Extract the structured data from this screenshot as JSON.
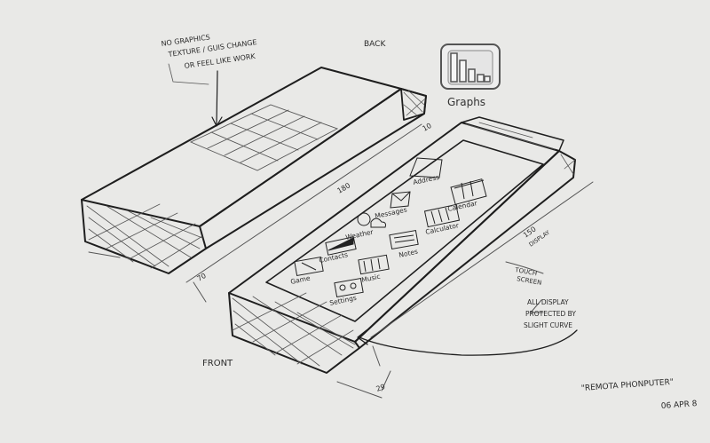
{
  "annotations": {
    "no_graphics_1": "NO GRAPHICS",
    "no_graphics_2": "TEXTURE / GUIS CHANGE",
    "no_graphics_3": "OR FEEL LIKE WORK",
    "back": "BACK",
    "front": "FRONT",
    "touch_screen_1": "TOUCH",
    "touch_screen_2": "SCREEN",
    "display_1": "ALL DISPLAY",
    "display_2": "PROTECTED BY",
    "display_3": "SLIGHT CURVE",
    "title": "\"REMOTA PHONPUTER\"",
    "date": "06 APR 8"
  },
  "dimensions": {
    "d180": "180",
    "d10_top": "10",
    "d150": "150",
    "d150_sub": "DISPLAY",
    "d70": "70",
    "d29": "29"
  },
  "graphs_label": "Graphs",
  "screen_icons": {
    "address": "Address",
    "calendar": "Calendar",
    "messages": "Messages",
    "calculator": "Calculator",
    "weather": "Weather",
    "notes": "Notes",
    "contacts": "Contacts",
    "music": "Music",
    "game": "Game",
    "settings": "Settings"
  }
}
